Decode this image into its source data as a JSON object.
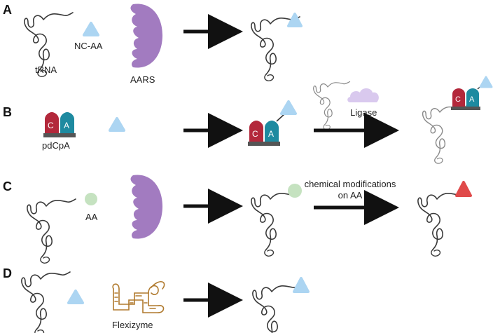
{
  "panels": [
    {
      "letter": "A",
      "labels": {
        "trna": "tRNA",
        "aa": "NC-AA",
        "enzyme": "AARS"
      }
    },
    {
      "letter": "B",
      "labels": {
        "substrate": "pdCpA",
        "block_c": "C",
        "block_a": "A",
        "enzyme": "Ligase"
      }
    },
    {
      "letter": "C",
      "labels": {
        "aa": "AA",
        "mod_line1": "chemical modifications",
        "mod_line2": "on AA"
      }
    },
    {
      "letter": "D",
      "labels": {
        "enzyme": "Flexizyme"
      }
    }
  ],
  "colors": {
    "trna_stroke": "#3a3a3a",
    "trna_light_stroke": "#8a8a8a",
    "nc_aa": "#acd5f2",
    "aa_circle": "#c5e2c0",
    "modified_aa": "#e04a4a",
    "aars": "#a27bc0",
    "ligase_cloud": "#d9c9ee",
    "block_c": "#b3283b",
    "block_a": "#1e8aa0",
    "block_base": "#555555",
    "flexizyme": "#b07a2e",
    "arrow": "#111111"
  }
}
